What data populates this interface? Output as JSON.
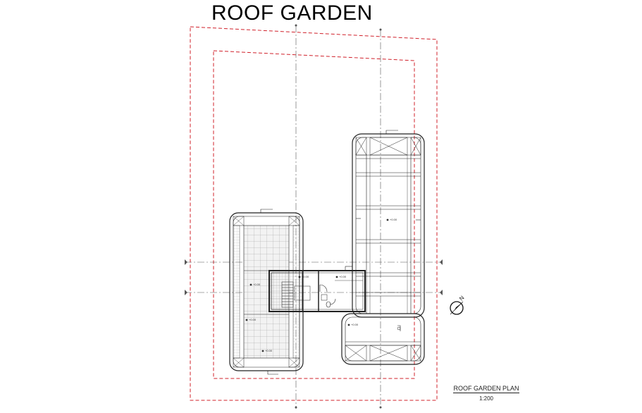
{
  "title": "ROOF GARDEN",
  "caption": {
    "name": "ROOF GARDEN PLAN",
    "scale": "1:200"
  },
  "compass": {
    "label": "N",
    "icon": "north-arrow-icon"
  },
  "colors": {
    "boundary": "#d0202a",
    "lines": "#222222",
    "grid_axis": "#555555",
    "hatch": "#9a9a9a"
  },
  "room_tags": [
    "+0.00",
    "+0.00",
    "+0.00",
    "+0.00",
    "+0.00",
    "+0.00",
    "+0.00"
  ]
}
